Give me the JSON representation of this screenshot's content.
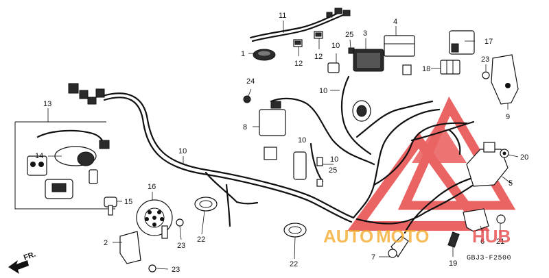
{
  "diagram_code": "GBJ3-F2500",
  "direction_label": "FR.",
  "watermark": {
    "part1": "AUTO",
    "part2": "MOTO",
    "part3": "HUB",
    "color_orange": "#f5a623",
    "color_red": "#e84a4a"
  },
  "callouts": [
    {
      "id": "c1",
      "label": "1"
    },
    {
      "id": "c2",
      "label": "2"
    },
    {
      "id": "c3",
      "label": "3"
    },
    {
      "id": "c4",
      "label": "4"
    },
    {
      "id": "c5",
      "label": "5"
    },
    {
      "id": "c6",
      "label": "6"
    },
    {
      "id": "c7",
      "label": "7"
    },
    {
      "id": "c8",
      "label": "8"
    },
    {
      "id": "c9",
      "label": "9"
    },
    {
      "id": "c10a",
      "label": "10"
    },
    {
      "id": "c10b",
      "label": "10"
    },
    {
      "id": "c10c",
      "label": "10"
    },
    {
      "id": "c10d",
      "label": "10"
    },
    {
      "id": "c10e",
      "label": "10"
    },
    {
      "id": "c11",
      "label": "11"
    },
    {
      "id": "c12a",
      "label": "12"
    },
    {
      "id": "c12b",
      "label": "12"
    },
    {
      "id": "c13",
      "label": "13"
    },
    {
      "id": "c14",
      "label": "14"
    },
    {
      "id": "c15",
      "label": "15"
    },
    {
      "id": "c16",
      "label": "16"
    },
    {
      "id": "c17",
      "label": "17"
    },
    {
      "id": "c18",
      "label": "18"
    },
    {
      "id": "c19",
      "label": "19"
    },
    {
      "id": "c20",
      "label": "20"
    },
    {
      "id": "c21",
      "label": "21"
    },
    {
      "id": "c22a",
      "label": "22"
    },
    {
      "id": "c22b",
      "label": "22"
    },
    {
      "id": "c23a",
      "label": "23"
    },
    {
      "id": "c23b",
      "label": "23"
    },
    {
      "id": "c23c",
      "label": "23"
    },
    {
      "id": "c24",
      "label": "24"
    },
    {
      "id": "c25a",
      "label": "25"
    },
    {
      "id": "c25b",
      "label": "25"
    }
  ]
}
